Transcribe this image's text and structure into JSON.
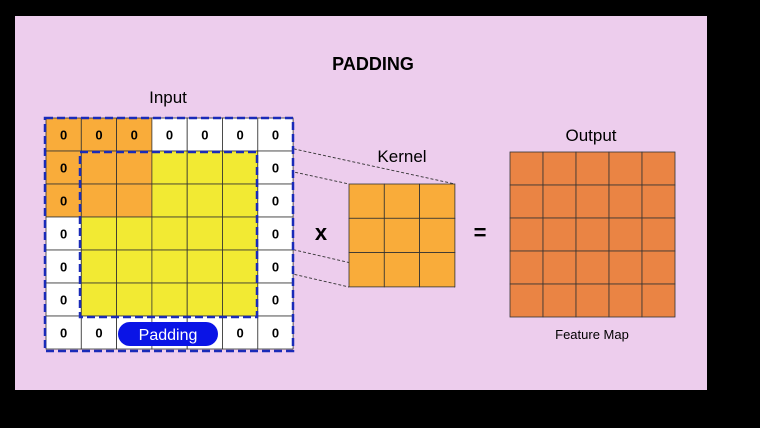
{
  "title": "PADDING",
  "input": {
    "label": "Input",
    "rows": 7,
    "cols": 7,
    "zero_text": "0",
    "padding_label": "Padding"
  },
  "kernel": {
    "label": "Kernel",
    "rows": 3,
    "cols": 3
  },
  "output": {
    "label": "Output",
    "caption": "Feature Map",
    "rows": 5,
    "cols": 5
  },
  "operators": {
    "multiply": "x",
    "equals": "="
  },
  "colors": {
    "page_background": "#000000",
    "panel_background": "#EDCDED",
    "padding_cell": "#FFFFFF",
    "input_cell": "#F2EA33",
    "kernel_cell": "#F9AC3A",
    "output_cell": "#EA8444",
    "border_dashed": "#1A2BB8",
    "padding_badge": "#0A14E6",
    "grid_line": "#333333"
  }
}
